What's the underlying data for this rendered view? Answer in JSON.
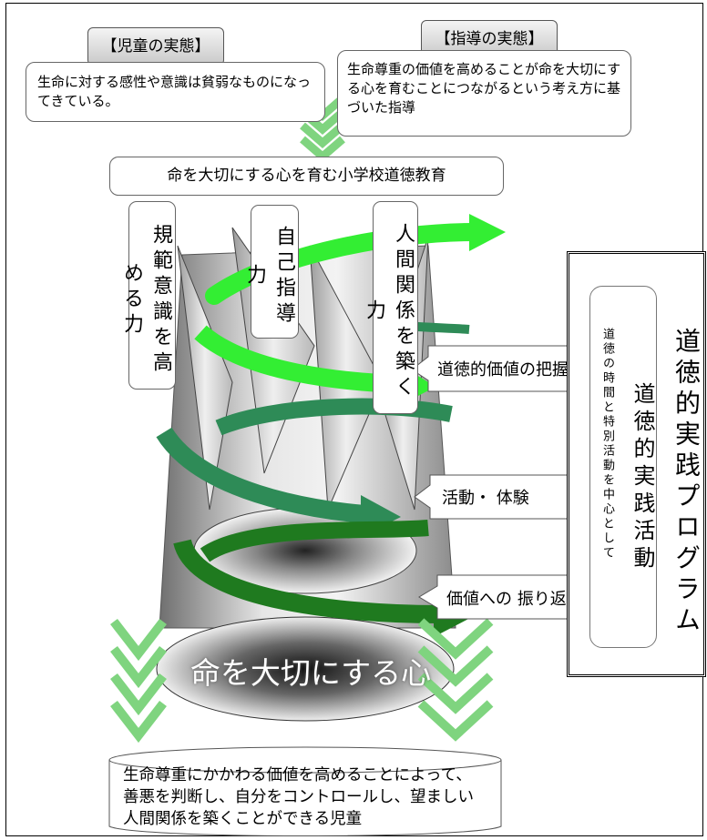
{
  "child_state": {
    "title": "【児童の実態】",
    "description": "生命に対する感性や意識は貧弱なものになってきている。"
  },
  "teaching_state": {
    "title": "【指導の実態】",
    "description": "生命尊重の価値を高めることが命を大切にする心を育むことにつながるという考え方に基づいた指導"
  },
  "education_banner": "命を大切にする心を育む小学校道徳教育",
  "abilities": [
    {
      "label": "規範意識を高める力"
    },
    {
      "label": "自己指導力"
    },
    {
      "label": "人間関係を築く力"
    }
  ],
  "process_steps": [
    {
      "label": "道徳的価値の把握"
    },
    {
      "label": "活動・ 体験"
    },
    {
      "label": "価値への 振り返り"
    }
  ],
  "core_label": "命を大切にする心",
  "program": {
    "title": "道徳的実践プログラム",
    "activity": "道徳的実践活動",
    "note": "道徳の時間と特別活動を中心として"
  },
  "result": "生命尊重にかかわる価値を高めることによって、善悪を判断し、自分をコントロールし、望ましい人間関係を築くことができる児童",
  "colors": {
    "light_green": "#33ee33",
    "mid_green": "#2e8b57",
    "dark_green": "#1f7a1f",
    "chevron_green": "#7fd47f",
    "cone_gray": "#a9a9a9"
  }
}
